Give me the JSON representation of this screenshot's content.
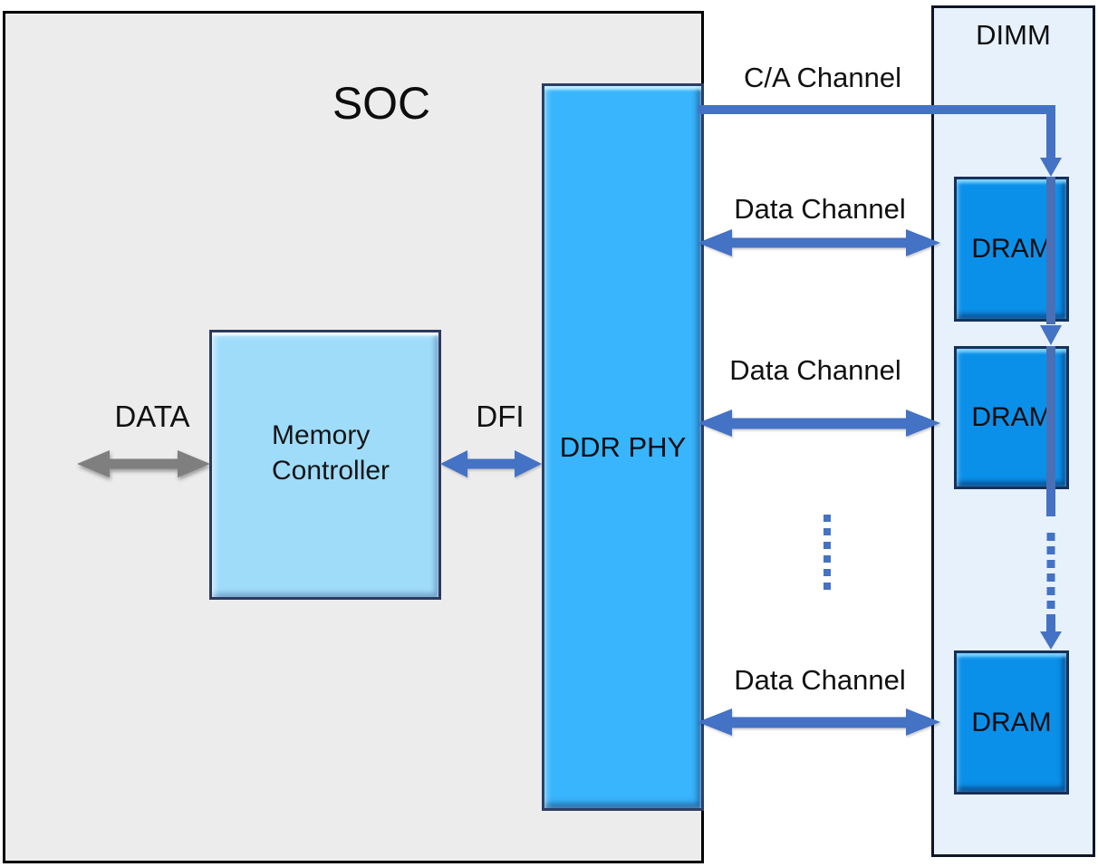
{
  "soc": {
    "label": "SOC"
  },
  "memory_controller": {
    "label": "Memory Controller"
  },
  "ddr_phy": {
    "label": "DDR PHY"
  },
  "dimm": {
    "label": "DIMM",
    "dram_modules": [
      {
        "label": "DRAM"
      },
      {
        "label": "DRAM"
      },
      {
        "label": "DRAM"
      }
    ]
  },
  "connections": {
    "data_bus": {
      "label": "DATA"
    },
    "dfi": {
      "label": "DFI"
    },
    "ca_channel": {
      "label": "C/A Channel"
    },
    "data_channels": [
      {
        "label": "Data Channel"
      },
      {
        "label": "Data Channel"
      },
      {
        "label": "Data Channel"
      }
    ]
  },
  "colors": {
    "accent-blue": "#4472C4",
    "arrow-gray": "#7F7F7F",
    "stripe-blue": "#4A6FB4",
    "soc-fill": "#ECECEC",
    "mc-fill": "#9FDCFA",
    "phy-fill": "#38B5FC",
    "dram-fill": "#0B90EA",
    "dimm-fill": "#E7F1FB"
  }
}
